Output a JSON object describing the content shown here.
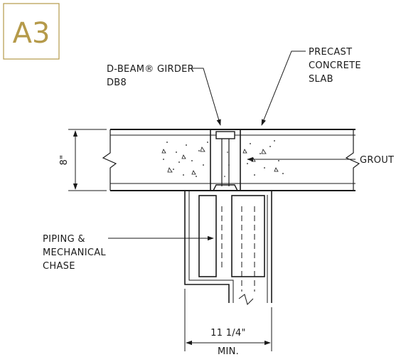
{
  "badge": {
    "text": "A3",
    "color": "#b59a4a"
  },
  "labels": {
    "girder_line1": "D-BEAM® GIRDER",
    "girder_line2": "DB8",
    "slab_line1": "PRECAST",
    "slab_line2": "CONCRETE",
    "slab_line3": "SLAB",
    "grout": "GROUT",
    "chase_line1": "PIPING &",
    "chase_line2": "MECHANICAL",
    "chase_line3": "CHASE",
    "height_dim": "8\"",
    "width_dim": "11 1/4\"",
    "width_note": "MIN."
  }
}
